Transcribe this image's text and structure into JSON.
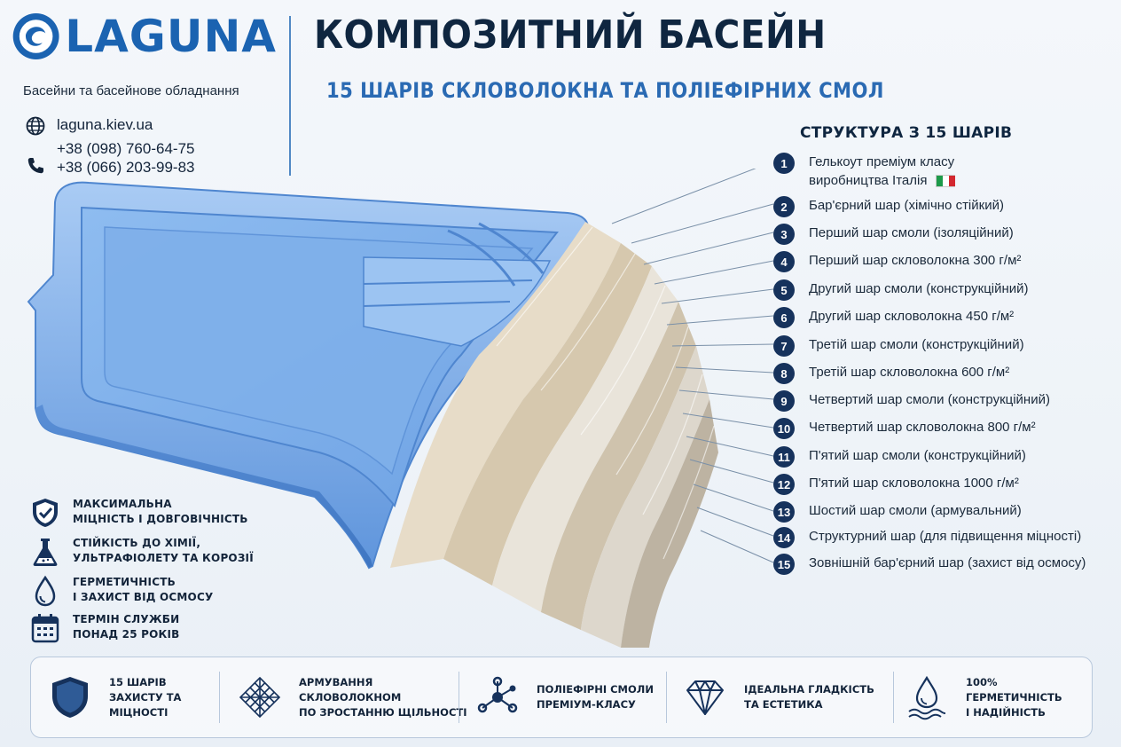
{
  "brand": {
    "name": "LAGUNA",
    "tagline": "Басейни та басейнове обладнання",
    "website": "laguna.kiev.ua",
    "phone1": "+38 (098) 760-64-75",
    "phone2": "+38 (066) 203-99-83",
    "accent_color": "#1b63b1"
  },
  "header": {
    "title": "КОМПОЗИТНИЙ БАСЕЙН",
    "subtitle": "15 ШАРІВ СКЛОВОЛОКНА ТА ПОЛІЕФІРНИХ СМОЛ"
  },
  "layers": {
    "heading": "СТРУКТУРА З 15 ШАРІВ",
    "items": [
      {
        "num": "1",
        "label": "Гелькоут преміум класу",
        "label2": "виробництва Італія"
      },
      {
        "num": "2",
        "label": "Бар'єрний шар (хімічно стійкий)"
      },
      {
        "num": "3",
        "label": "Перший шар смоли (ізоляційний)"
      },
      {
        "num": "4",
        "label": "Перший шар скловолокна 300 г/м²"
      },
      {
        "num": "5",
        "label": "Другий шар смоли (конструкційний)"
      },
      {
        "num": "6",
        "label": "Другий шар скловолокна 450 г/м²"
      },
      {
        "num": "7",
        "label": "Третій шар смоли (конструкційний)"
      },
      {
        "num": "8",
        "label": "Третій шар скловолокна 600 г/м²"
      },
      {
        "num": "9",
        "label": "Четвертий шар смоли (конструкційний)"
      },
      {
        "num": "10",
        "label": "Четвертий шар скловолокна 800 г/м²"
      },
      {
        "num": "11",
        "label": "П'ятий шар смоли (конструкційний)"
      },
      {
        "num": "12",
        "label": "П'ятий шар скловолокна 1000 г/м²"
      },
      {
        "num": "13",
        "label": "Шостий шар смоли (армувальний)"
      },
      {
        "num": "14",
        "label": "Структурний шар (для підвищення міцності)"
      },
      {
        "num": "15",
        "label": "Зовнішній бар'єрний шар (захист від осмосу)"
      }
    ]
  },
  "features": [
    {
      "icon": "shield-check-icon",
      "line1": "МАКСИМАЛЬНА",
      "line2": "МІЦНІСТЬ І ДОВГОВІЧНІСТЬ"
    },
    {
      "icon": "flask-icon",
      "line1": "СТІЙКІСТЬ ДО ХІМІЇ,",
      "line2": "УЛЬТРАФІОЛЕТУ ТА КОРОЗІЇ"
    },
    {
      "icon": "droplet-icon",
      "line1": "ГЕРМЕТИЧНІСТЬ",
      "line2": "І ЗАХИСТ ВІД ОСМОСУ"
    },
    {
      "icon": "calendar-icon",
      "line1": "ТЕРМІН СЛУЖБИ",
      "line2": "ПОНАД 25 РОКІВ"
    }
  ],
  "bottom": [
    {
      "icon": "shield-icon",
      "lines": [
        "15 ШАРІВ",
        "ЗАХИСТУ ТА",
        "МІЦНОСТІ"
      ]
    },
    {
      "icon": "mesh-icon",
      "lines": [
        "АРМУВАННЯ",
        "СКЛОВОЛОКНОМ",
        "ПО ЗРОСТАННЮ ЩІЛЬНОСТІ"
      ]
    },
    {
      "icon": "molecule-icon",
      "lines": [
        "ПОЛІЕФІРНІ СМОЛИ",
        "ПРЕМІУМ-КЛАСУ"
      ]
    },
    {
      "icon": "diamond-icon",
      "lines": [
        "ІДЕАЛЬНА ГЛАДКІСТЬ",
        "ТА ЕСТЕТИКА"
      ]
    },
    {
      "icon": "water-drop-icon",
      "lines": [
        "100% ГЕРМЕТИЧНІСТЬ",
        "І НАДІЙНІСТЬ"
      ]
    }
  ],
  "colors": {
    "dark_navy": "#16325c",
    "pool_blue": "#7fb0ea",
    "pool_blue_dark": "#4f8ad6"
  }
}
